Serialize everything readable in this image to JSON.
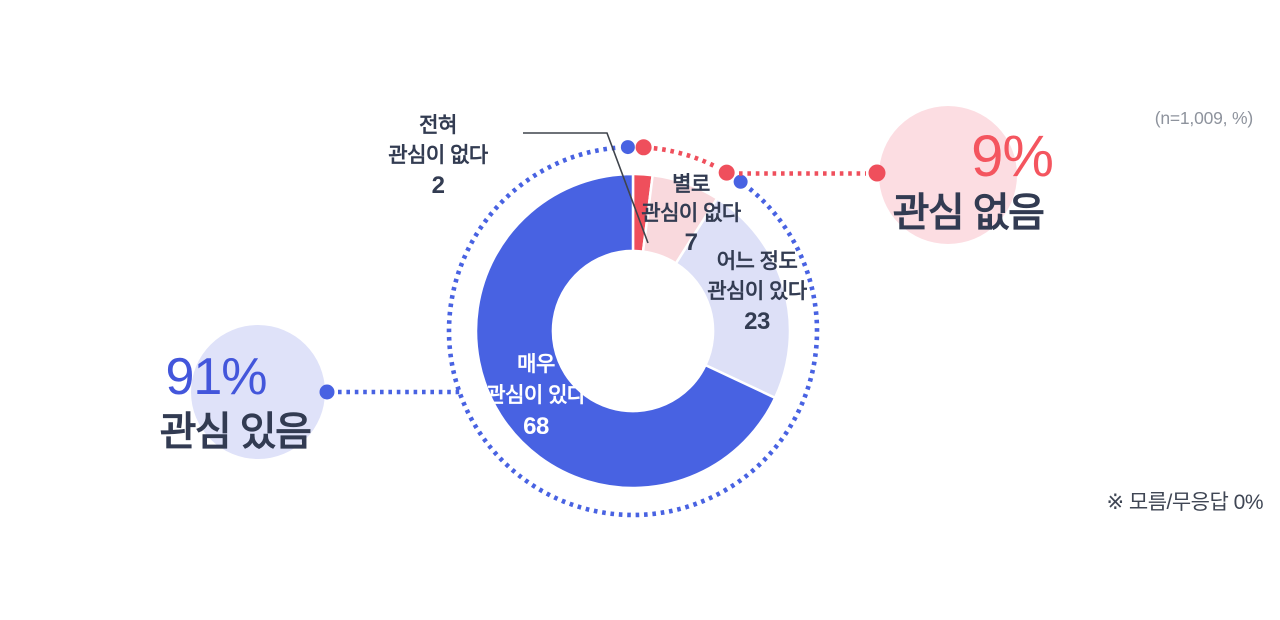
{
  "chart_data": {
    "type": "pie",
    "subtype": "donut",
    "unit": "%",
    "hole_ratio": 0.51,
    "start_angle_deg": 0,
    "direction": "clockwise",
    "categories": [
      "전혀 관심이 없다",
      "별로 관심이 없다",
      "어느 정도 관심이 있다",
      "매우 관심이 있다"
    ],
    "values": [
      2,
      7,
      23,
      68
    ],
    "colors": [
      "#ef4f5c",
      "#f9d9dd",
      "#dde0f7",
      "#4862e2"
    ],
    "slices": [
      {
        "line1": "전혀",
        "line2": "관심이 없다",
        "value": "2"
      },
      {
        "line1": "별로",
        "line2": "관심이 없다",
        "value": "7"
      },
      {
        "line1": "어느 정도",
        "line2": "관심이 있다",
        "value": "23"
      },
      {
        "line1": "매우",
        "line2": "관심이 있다",
        "value": "68"
      }
    ],
    "groups": [
      {
        "percent": "91%",
        "label": "관심 있음",
        "value": 91,
        "accent": "#4356db",
        "bubble_color": "#dfe2f9"
      },
      {
        "percent": "9%",
        "label": "관심 없음",
        "value": 9,
        "accent": "#f4555f",
        "bubble_color": "#fcdde2"
      }
    ],
    "annotations": {
      "sample_note": "(n=1,009, %)",
      "footnote": "※ 모름/무응답 0%"
    },
    "legend_position": "none",
    "grid": false
  },
  "colors": {
    "blue": "#4862e2",
    "red": "#ef4f5c",
    "dark_text": "#333c52",
    "muted_text": "#8e939d",
    "leader_line": "#3f444c"
  }
}
